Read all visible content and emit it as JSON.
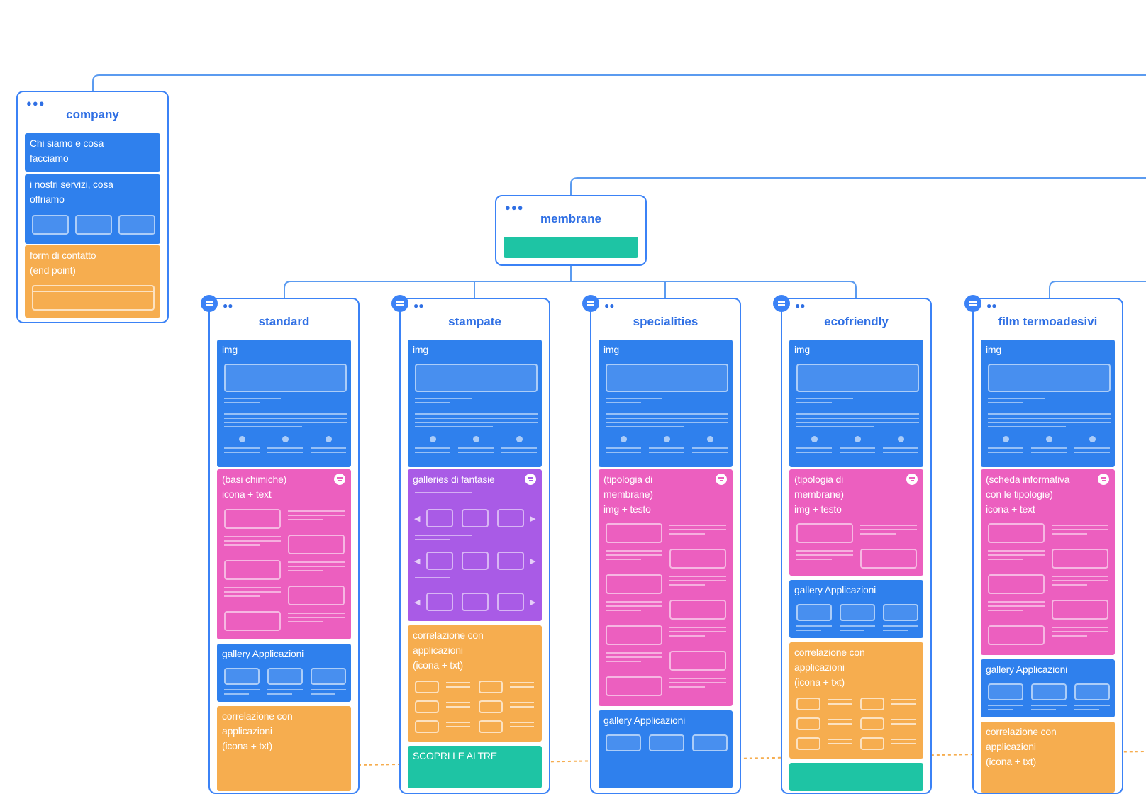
{
  "colors": {
    "connector": "#5b9bf0",
    "dashed_connector": "#f6ad4f",
    "card_border": "#3b82f6",
    "title_text": "#2f6fe4",
    "blue_block": "#2f80ed",
    "pink_block": "#ec5fbf",
    "purple_block": "#a95be6",
    "orange_block": "#f6ad4f",
    "green_block": "#1ec4a4"
  },
  "company": {
    "title": "company",
    "blocks": [
      {
        "label": "Chi siamo e cosa\nfacciamo",
        "color": "blue"
      },
      {
        "label": "i nostri servizi, cosa\noffriamo",
        "color": "blue"
      },
      {
        "label": "form di contatto\n(end point)",
        "color": "orange"
      }
    ]
  },
  "membrane": {
    "title": "membrane"
  },
  "columns": [
    {
      "title": "standard",
      "blocks": [
        {
          "label": "img",
          "color": "blue"
        },
        {
          "label": "(basi chimiche)\nicona + text",
          "color": "pink"
        },
        {
          "label": "gallery Applicazioni",
          "color": "blue"
        },
        {
          "label": "correlazione con\napplicazioni\n(icona + txt)",
          "color": "orange"
        }
      ]
    },
    {
      "title": "stampate",
      "blocks": [
        {
          "label": "img",
          "color": "blue"
        },
        {
          "label": "galleries di fantasie",
          "color": "purple"
        },
        {
          "label": "correlazione con\napplicazioni\n(icona + txt)",
          "color": "orange"
        },
        {
          "label": "SCOPRI LE ALTRE",
          "color": "green"
        }
      ]
    },
    {
      "title": "specialities",
      "blocks": [
        {
          "label": "img",
          "color": "blue"
        },
        {
          "label": "(tipologia di\nmembrane)\nimg + testo",
          "color": "pink"
        },
        {
          "label": "gallery Applicazioni",
          "color": "blue"
        }
      ]
    },
    {
      "title": "ecofriendly",
      "blocks": [
        {
          "label": "img",
          "color": "blue"
        },
        {
          "label": "(tipologia di\nmembrane)\nimg + testo",
          "color": "pink"
        },
        {
          "label": "gallery Applicazioni",
          "color": "blue"
        },
        {
          "label": "correlazione con\napplicazioni\n(icona + txt)",
          "color": "orange"
        }
      ]
    },
    {
      "title": "film termoadesivi",
      "blocks": [
        {
          "label": "img",
          "color": "blue"
        },
        {
          "label": "(scheda informativa\ncon le tipologie)\nicona + text",
          "color": "pink"
        },
        {
          "label": "gallery Applicazioni",
          "color": "blue"
        },
        {
          "label": "correlazione con\napplicazioni\n(icona + txt)",
          "color": "orange"
        }
      ]
    }
  ]
}
